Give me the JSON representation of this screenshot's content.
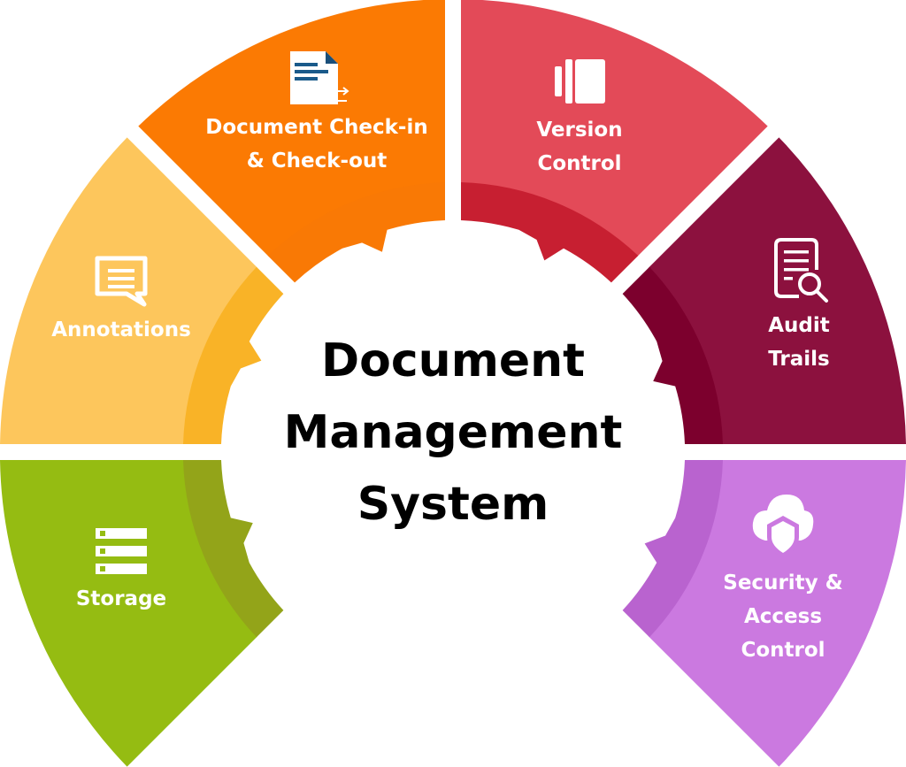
{
  "title": {
    "lines": [
      "Document",
      "Management",
      "System"
    ]
  },
  "segments": [
    {
      "id": "storage",
      "label_lines": [
        "Storage"
      ],
      "icon": "server-stack-icon",
      "color": "#95BC12",
      "inner_color": "#93A419"
    },
    {
      "id": "annotations",
      "label_lines": [
        "Annotations"
      ],
      "icon": "speech-bubble-icon",
      "color": "#FDC65C",
      "inner_color": "#F9B327"
    },
    {
      "id": "check-in-out",
      "label_lines": [
        "Document Check-in",
        "& Check-out"
      ],
      "icon": "document-arrow-icon",
      "color": "#FB7A03",
      "inner_color": "#F97905"
    },
    {
      "id": "version-control",
      "label_lines": [
        "Version",
        "Control"
      ],
      "icon": "version-stack-icon",
      "color": "#E34A58",
      "inner_color": "#C71F31"
    },
    {
      "id": "audit-trails",
      "label_lines": [
        "Audit",
        "Trails"
      ],
      "icon": "document-search-icon",
      "color": "#8C113E",
      "inner_color": "#7C002D"
    },
    {
      "id": "security-access",
      "label_lines": [
        "Security &",
        "Access",
        "Control"
      ],
      "icon": "cloud-shield-icon",
      "color": "#CB79E0",
      "inner_color": "#B963CF"
    }
  ]
}
